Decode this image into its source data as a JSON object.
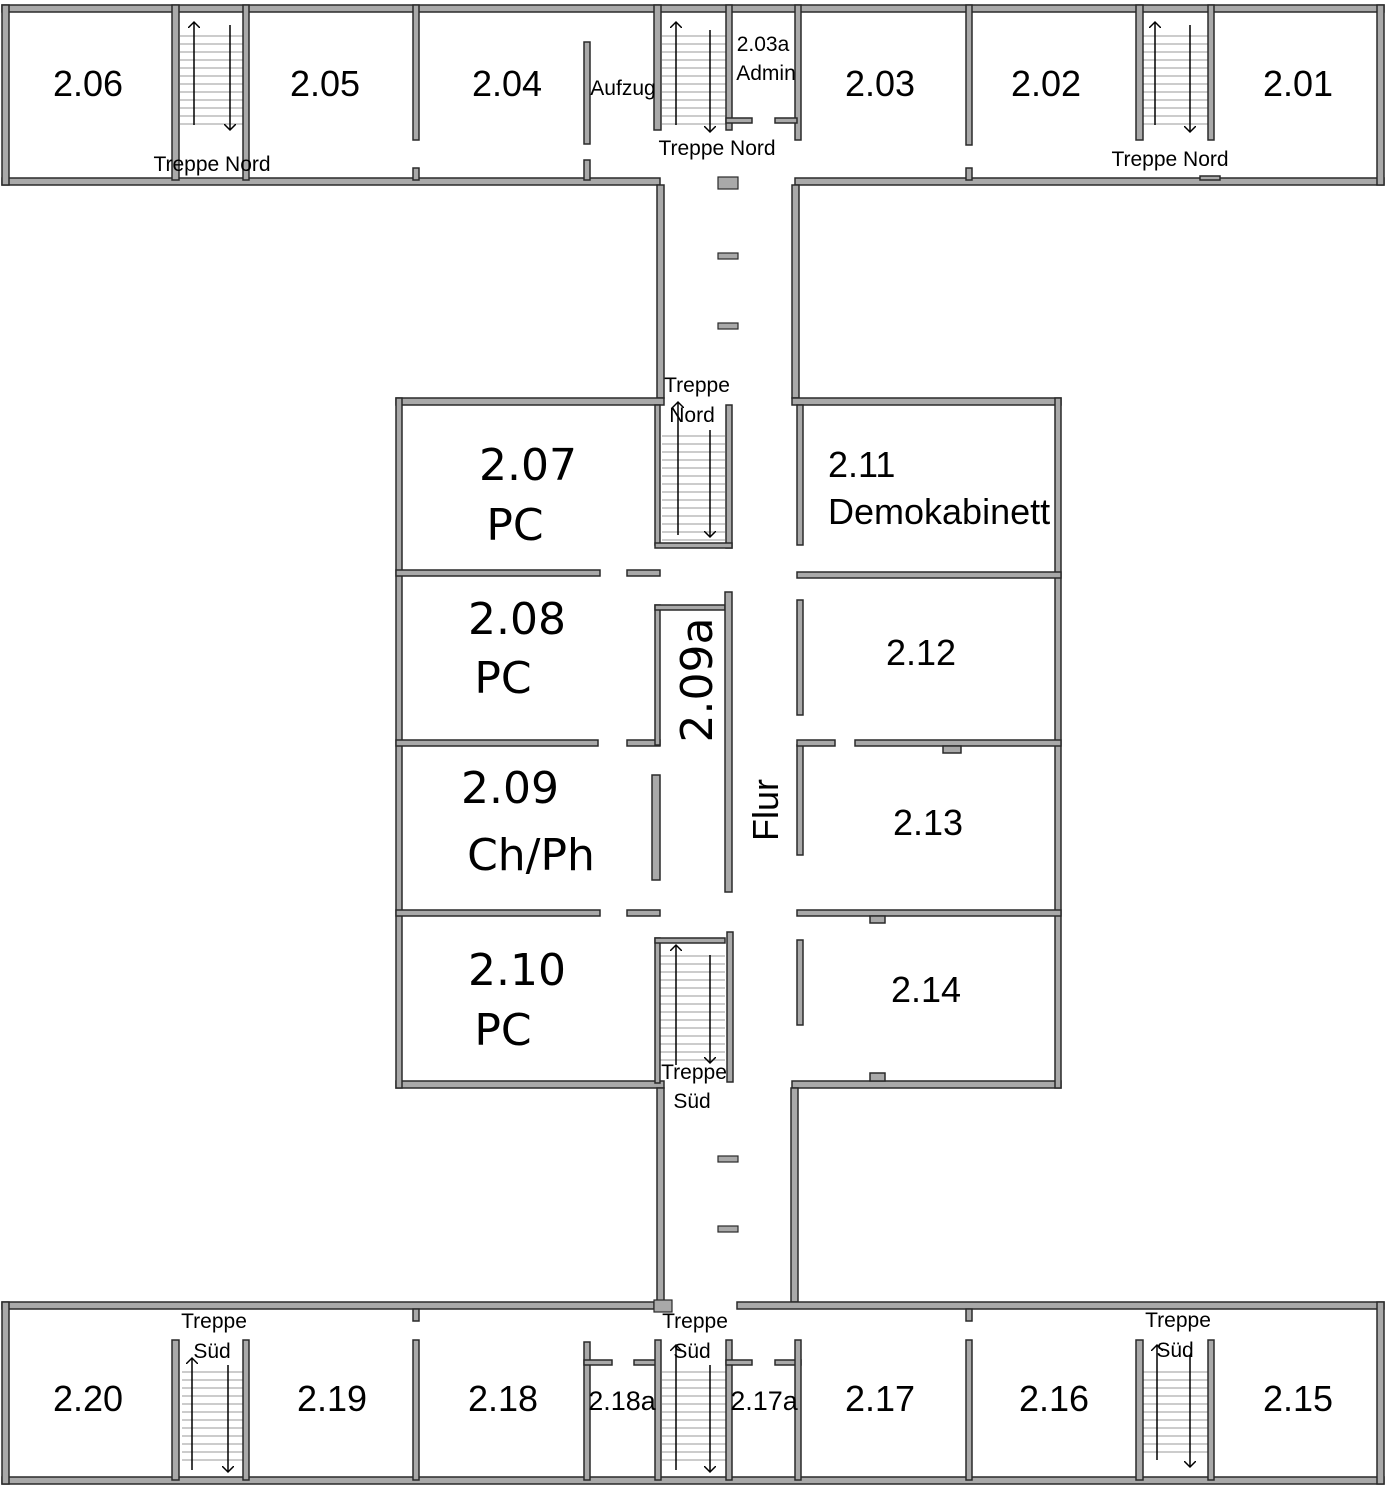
{
  "top_wing": {
    "rooms": [
      "2.06",
      "2.05",
      "2.04",
      "2.03",
      "2.02",
      "2.01"
    ],
    "aufzug": "Aufzug",
    "room_203a": "2.03a",
    "admin": "Admin",
    "stairs": [
      "Treppe Nord",
      "Treppe Nord",
      "Treppe Nord"
    ]
  },
  "middle_wing": {
    "r207": "2.07",
    "r207_sub": "PC",
    "r208": "2.08",
    "r208_sub": "PC",
    "r209": "2.09",
    "r209_sub": "Ch/Ph",
    "r210": "2.10",
    "r210_sub": "PC",
    "r209a": "2.09a",
    "flur": "Flur",
    "r211": "2.11",
    "r211_sub": "Demokabinett",
    "r212": "2.12",
    "r213": "2.13",
    "r214": "2.14",
    "stair_north": [
      "Treppe",
      "Nord"
    ],
    "stair_south": [
      "Treppe",
      "Süd"
    ]
  },
  "bottom_wing": {
    "rooms": [
      "2.20",
      "2.19",
      "2.18",
      "2.17",
      "2.16",
      "2.15"
    ],
    "r218a": "2.18a",
    "r217a": "2.17a",
    "stairs": [
      [
        "Treppe",
        "Süd"
      ],
      [
        "Treppe",
        "Süd"
      ],
      [
        "Treppe",
        "Süd"
      ]
    ]
  }
}
